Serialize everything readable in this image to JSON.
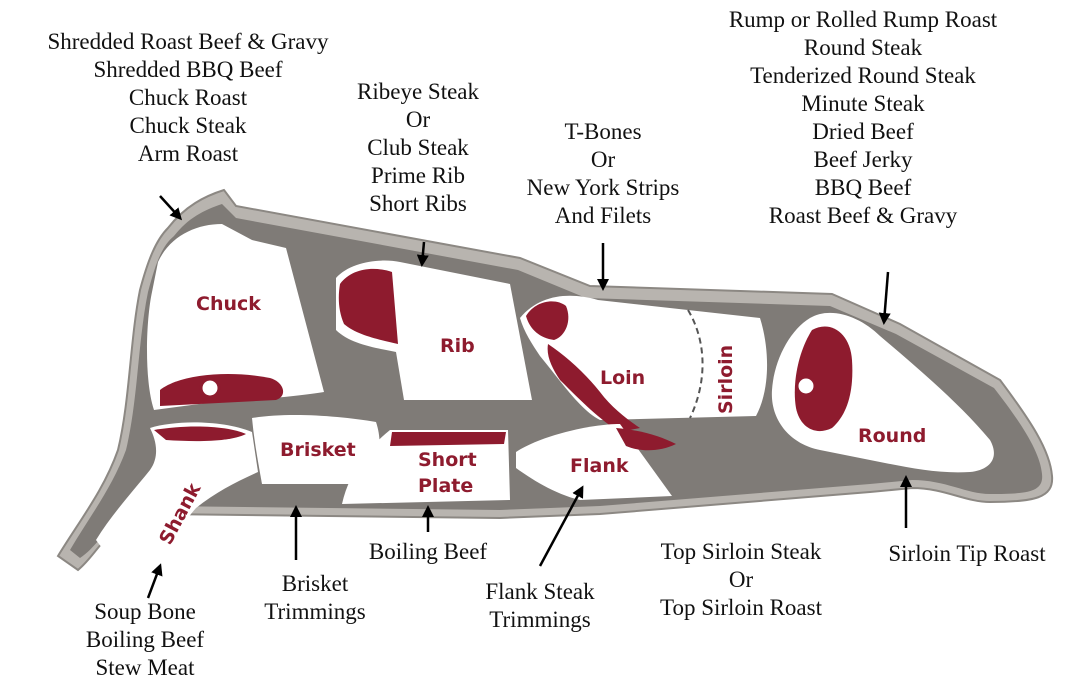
{
  "colors": {
    "frame": "#b7b3ae",
    "body": "#7f7b77",
    "cut": "#ffffff",
    "meat": "#8e1b2e",
    "text": "#111111"
  },
  "cuts": {
    "chuck": "Chuck",
    "rib": "Rib",
    "loin": "Loin",
    "sirloin": "Sirloin",
    "round": "Round",
    "shank": "Shank",
    "brisket": "Brisket",
    "short_plate_1": "Short",
    "short_plate_2": "Plate",
    "flank": "Flank"
  },
  "labels": {
    "chuck": [
      "Shredded Roast Beef & Gravy",
      "Shredded BBQ Beef",
      "Chuck Roast",
      "Chuck Steak",
      "Arm Roast"
    ],
    "rib": [
      "Ribeye Steak",
      "Or",
      "Club Steak",
      "Prime Rib",
      "Short Ribs"
    ],
    "loin": [
      "T-Bones",
      "Or",
      "New York Strips",
      "And Filets"
    ],
    "round": [
      "Rump or Rolled Rump Roast",
      "Round Steak",
      "Tenderized Round Steak",
      "Minute Steak",
      "Dried Beef",
      "Beef Jerky",
      "BBQ Beef",
      "Roast Beef & Gravy"
    ],
    "shank": [
      "Soup Bone",
      "Boiling Beef",
      "Stew Meat"
    ],
    "brisket": [
      "Brisket",
      "Trimmings"
    ],
    "short_plate": [
      "Boiling Beef"
    ],
    "flank": [
      "Flank Steak",
      "Trimmings"
    ],
    "sirloin": [
      "Top Sirloin Steak",
      "Or",
      "Top Sirloin Roast"
    ],
    "sirloin_tip": [
      "Sirloin Tip Roast"
    ]
  }
}
